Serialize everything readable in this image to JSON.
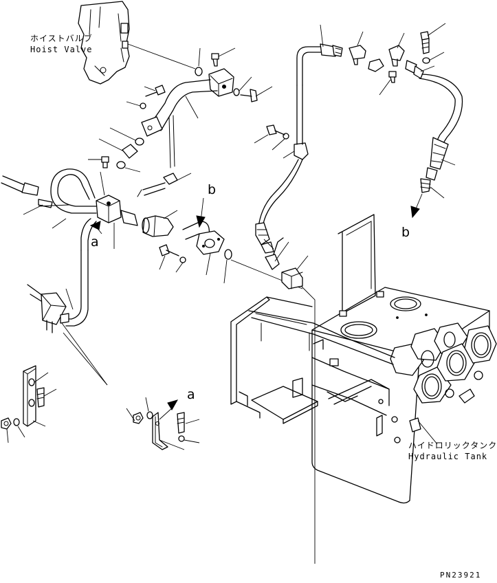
{
  "labels": {
    "hoist_valve_jp": "ホイストバルブ",
    "hoist_valve_en": "Hoist Valve",
    "hydraulic_tank_jp": "ハイドロリックタンク",
    "hydraulic_tank_en": "Hydraulic Tank",
    "ref_a_1": "a",
    "ref_a_2": "a",
    "ref_b_1": "b",
    "ref_b_2": "b",
    "drawing_code": "PN23921"
  }
}
